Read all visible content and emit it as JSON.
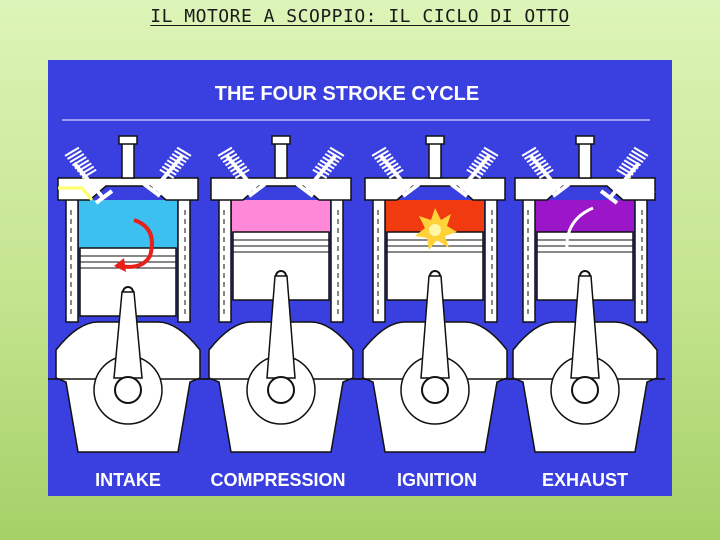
{
  "slide": {
    "title": "IL MOTORE A SCOPPIO: IL CICLO DI OTTO"
  },
  "diagram": {
    "heading": "THE FOUR STROKE CYCLE",
    "background_color": "#3a3fe0",
    "strokes": [
      {
        "label": "INTAKE",
        "chamber_color": "#3cc0f0",
        "intake_valve_open": true,
        "exhaust_valve_open": false,
        "piston_level": "low"
      },
      {
        "label": "COMPRESSION",
        "chamber_color": "#ff88d8",
        "intake_valve_open": false,
        "exhaust_valve_open": false,
        "piston_level": "high"
      },
      {
        "label": "IGNITION",
        "chamber_color": "#f23a10",
        "intake_valve_open": false,
        "exhaust_valve_open": false,
        "piston_level": "high"
      },
      {
        "label": "EXHAUST",
        "chamber_color": "#9a16c8",
        "intake_valve_open": false,
        "exhaust_valve_open": true,
        "piston_level": "high"
      }
    ]
  }
}
